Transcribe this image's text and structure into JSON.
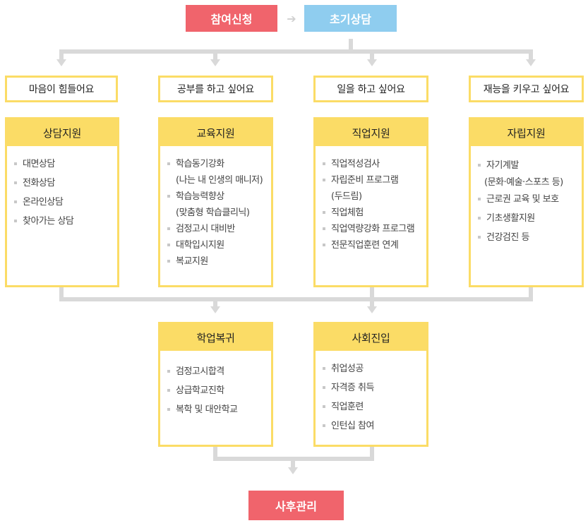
{
  "top": {
    "apply": "참여신청",
    "arrow": "➔",
    "consult": "초기상담"
  },
  "needs": [
    "마음이 힘들어요",
    "공부를 하고 싶어요",
    "일을 하고 싶어요",
    "재능을 키우고 싶어요"
  ],
  "supports": [
    {
      "title": "상담지원",
      "items": [
        {
          "text": "대면상담"
        },
        {
          "text": "전화상담"
        },
        {
          "text": "온라인상담"
        },
        {
          "text": "찾아가는 상담"
        }
      ]
    },
    {
      "title": "교육지원",
      "items": [
        {
          "text": "학습동기강화",
          "sub": "(나는 내 인생의 매니저)"
        },
        {
          "text": "학습능력향상",
          "sub": "(맞춤형 학습클리닉)"
        },
        {
          "text": "검정고시 대비반"
        },
        {
          "text": "대학입시지원"
        },
        {
          "text": "복교지원"
        }
      ]
    },
    {
      "title": "직업지원",
      "items": [
        {
          "text": "직업적성검사"
        },
        {
          "text": "자립준비 프로그램",
          "sub": "(두드림)"
        },
        {
          "text": "직업체험"
        },
        {
          "text": "직업역량강화 프로그램"
        },
        {
          "text": "전문직업훈련 연계"
        }
      ]
    },
    {
      "title": "자립지원",
      "items": [
        {
          "text": "자기계발",
          "sub": "(문화·예술·스포츠 등)"
        },
        {
          "text": "근로권 교육 및 보호"
        },
        {
          "text": "기초생활지원"
        },
        {
          "text": "건강검진 등"
        }
      ]
    }
  ],
  "outcomes": [
    {
      "title": "학업복귀",
      "items": [
        {
          "text": "검정고시합격"
        },
        {
          "text": "상급학교진학"
        },
        {
          "text": "복학 및 대안학교"
        }
      ]
    },
    {
      "title": "사회진입",
      "items": [
        {
          "text": "취업성공"
        },
        {
          "text": "자격증 취득"
        },
        {
          "text": "직업훈련"
        },
        {
          "text": "인턴십 참여"
        }
      ]
    }
  ],
  "final": "사후관리",
  "colors": {
    "red": "#f0646c",
    "blue": "#8fcdef",
    "yellow": "#fbdc66",
    "connector": "#d9d9d9"
  }
}
